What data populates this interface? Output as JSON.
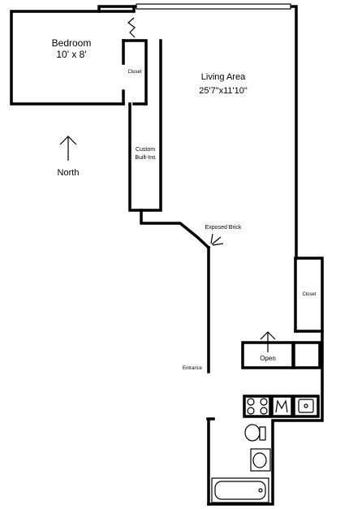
{
  "rooms": {
    "bedroom": {
      "name": "Bedroom",
      "dimensions": "10' x 8'"
    },
    "living": {
      "name": "Living Area",
      "dimensions": "25'7\"x11'10\""
    }
  },
  "labels": {
    "closet_top": "Closet",
    "built_ins_line1": "Custom",
    "built_ins_line2": "Built-Ins",
    "north": "North",
    "exposed_brick": "Exposed Brick",
    "closet_right": "Closet",
    "open": "Open",
    "entrance": "Entrance"
  },
  "icons": {
    "north_arrow": "north-arrow-icon",
    "stove": "stove-icon",
    "sink": "sink-icon",
    "dishwasher": "dishwasher-icon",
    "toilet": "toilet-icon",
    "bathroom_sink": "bathroom-sink-icon",
    "bathtub": "bathtub-icon"
  }
}
